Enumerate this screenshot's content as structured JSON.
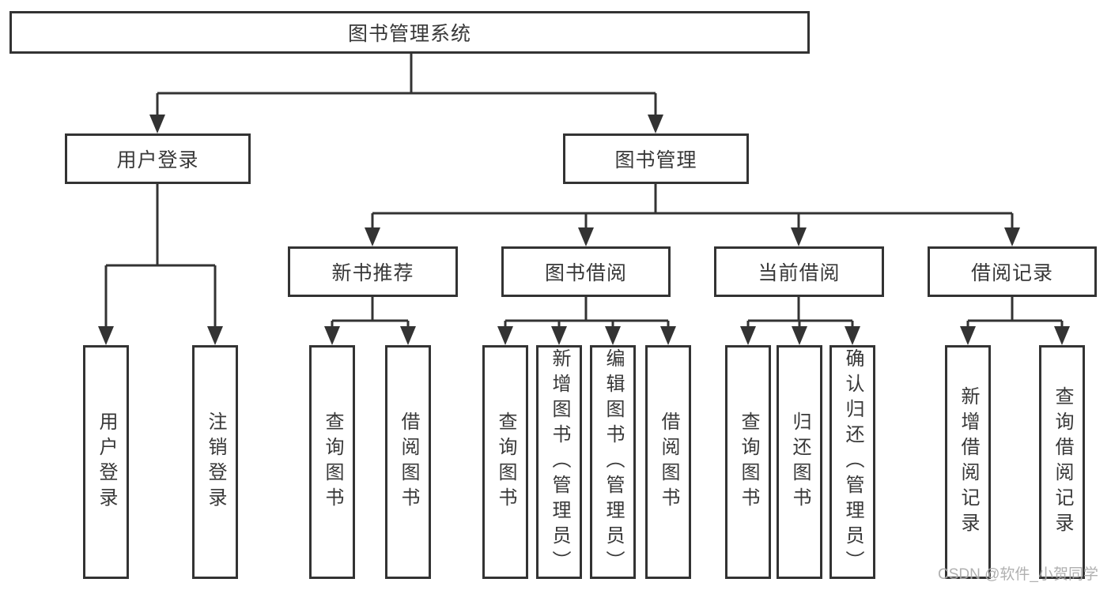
{
  "diagram": {
    "root": {
      "label": "图书管理系统"
    },
    "branches": [
      {
        "label": "用户登录",
        "children": [
          {
            "label": "用户登录"
          },
          {
            "label": "注销登录"
          }
        ]
      },
      {
        "label": "图书管理",
        "children": [
          {
            "label": "新书推荐",
            "children": [
              {
                "label": "查询图书"
              },
              {
                "label": "借阅图书"
              }
            ]
          },
          {
            "label": "图书借阅",
            "children": [
              {
                "label": "查询图书"
              },
              {
                "label": "新增图书（管理员）"
              },
              {
                "label": "编辑图书（管理员）"
              },
              {
                "label": "借阅图书"
              }
            ]
          },
          {
            "label": "当前借阅",
            "children": [
              {
                "label": "查询图书"
              },
              {
                "label": "归还图书"
              },
              {
                "label": "确认归还（管理员）"
              }
            ]
          },
          {
            "label": "借阅记录",
            "children": [
              {
                "label": "新增借阅记录"
              },
              {
                "label": "查询借阅记录"
              }
            ]
          }
        ]
      }
    ]
  },
  "watermark": {
    "text": "CSDN @软件_小贺同学"
  },
  "colors": {
    "line": "#333333",
    "border": "#333333",
    "text": "#383838",
    "watermark_text": "#a8a8a8",
    "background": "#ffffff"
  }
}
